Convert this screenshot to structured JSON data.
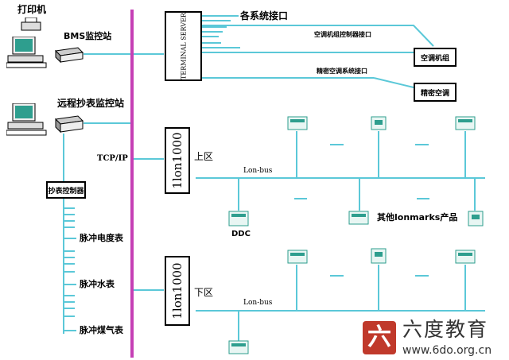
{
  "left": {
    "printer": "打印机",
    "bms_station": "BMS监控站",
    "remote_station": "远程抄表监控站",
    "meter_controller": "抄表控制器",
    "meters": [
      "脉冲电度表",
      "脉冲水表",
      "脉冲煤气表"
    ]
  },
  "network": {
    "tcpip": "TCP/IP"
  },
  "terminal": {
    "box": "TERMINAL SERVER",
    "interfaces": "各系统接口",
    "ac_interface": "空调机组控制器接口",
    "precision_interface": "精密空调系统接口",
    "ac_unit": "空调机组",
    "precision_ac": "精密空调"
  },
  "upper": {
    "router": "1lon1000",
    "zone": "上区",
    "bus": "Lon-bus",
    "ddc": "DDC",
    "products": "其他lonmarks产品"
  },
  "lower": {
    "router": "1lon1000",
    "zone": "下区",
    "bus": "Lon-bus"
  },
  "watermark": {
    "logo_char": "六",
    "name": "六度教育",
    "url": "www.6do.org.cn"
  },
  "colors": {
    "line": "#5bc8d8",
    "backbone": "#c53fb5",
    "device": "#2e9e8e",
    "logo": "#c0392b"
  }
}
